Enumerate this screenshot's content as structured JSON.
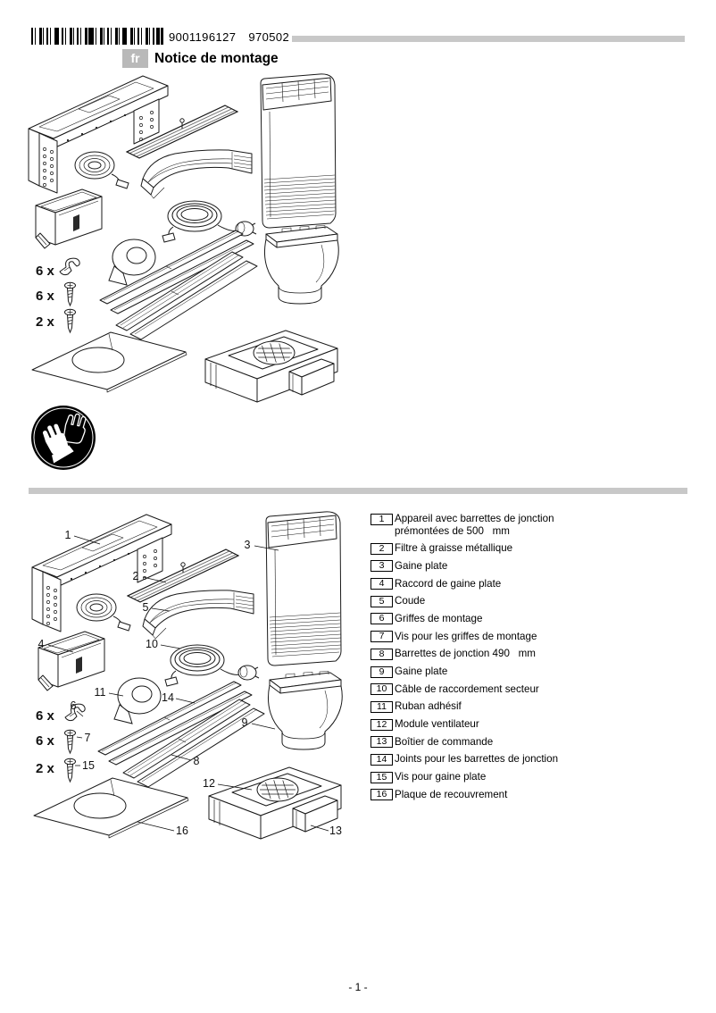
{
  "header": {
    "barcode_number": "9001196127",
    "date_code": "970502",
    "language_tag": "fr",
    "title": "Notice de montage"
  },
  "colors": {
    "bar_gray": "#c8c8c8",
    "lang_badge_gray": "#b9b9b9",
    "line_black": "#1a1a1a"
  },
  "icons": {
    "safety": "wear-protective-gloves-icon",
    "barcode": "ean-barcode"
  },
  "quantities": [
    "6 x",
    "6 x",
    "2 x"
  ],
  "diagram2": {
    "callouts": [
      "1",
      "2",
      "3",
      "4",
      "5",
      "6",
      "7",
      "8",
      "9",
      "10",
      "11",
      "12",
      "13",
      "14",
      "15",
      "16"
    ]
  },
  "parts_list": {
    "items": [
      {
        "num": "1",
        "label": "Appareil avec barrettes de jonction prémontées de 500   mm"
      },
      {
        "num": "2",
        "label": "Filtre à graisse métallique"
      },
      {
        "num": "3",
        "label": "Gaine plate"
      },
      {
        "num": "4",
        "label": "Raccord de gaine plate"
      },
      {
        "num": "5",
        "label": "Coude"
      },
      {
        "num": "6",
        "label": "Griffes de montage"
      },
      {
        "num": "7",
        "label": "Vis pour les griffes de montage"
      },
      {
        "num": "8",
        "label": "Barrettes de jonction 490   mm"
      },
      {
        "num": "9",
        "label": "Gaine plate"
      },
      {
        "num": "10",
        "label": "Câble de raccordement secteur"
      },
      {
        "num": "11",
        "label": "Ruban adhésif"
      },
      {
        "num": "12",
        "label": "Module ventilateur"
      },
      {
        "num": "13",
        "label": "Boîtier de commande"
      },
      {
        "num": "14",
        "label": "Joints pour les barrettes de jonction"
      },
      {
        "num": "15",
        "label": "Vis pour gaine plate"
      },
      {
        "num": "16",
        "label": "Plaque de recouvrement"
      }
    ]
  },
  "footer": {
    "page_label": "- 1 -"
  }
}
